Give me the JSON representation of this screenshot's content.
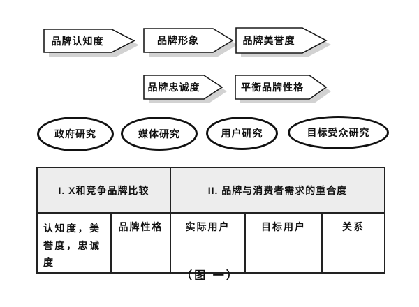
{
  "diagram": {
    "flow_top": [
      {
        "label": "品牌认知度"
      },
      {
        "label": "品牌形象"
      },
      {
        "label": "品牌美誉度"
      }
    ],
    "flow_middle": [
      {
        "label": "品牌忠诚度"
      },
      {
        "label": "平衡品牌性格"
      }
    ],
    "research_ovals": [
      {
        "label": "政府研究"
      },
      {
        "label": "媒体研究"
      },
      {
        "label": "用户研究"
      },
      {
        "label": "目标受众研究"
      }
    ],
    "table": {
      "headers": [
        {
          "label": "I.  X和竞争品牌比较"
        },
        {
          "label": "II.  品牌与消费者需求的重合度"
        }
      ],
      "cells": [
        "认知度，美誉度，忠诚度",
        "品牌性格",
        "实际用户",
        "目标用户",
        "关系"
      ]
    },
    "caption": "（图  一）"
  },
  "colors": {
    "outline": "#1a1a1a",
    "shadow": "#d2d2d2",
    "table_header_bg": "#ededed",
    "background": "#ffffff"
  }
}
